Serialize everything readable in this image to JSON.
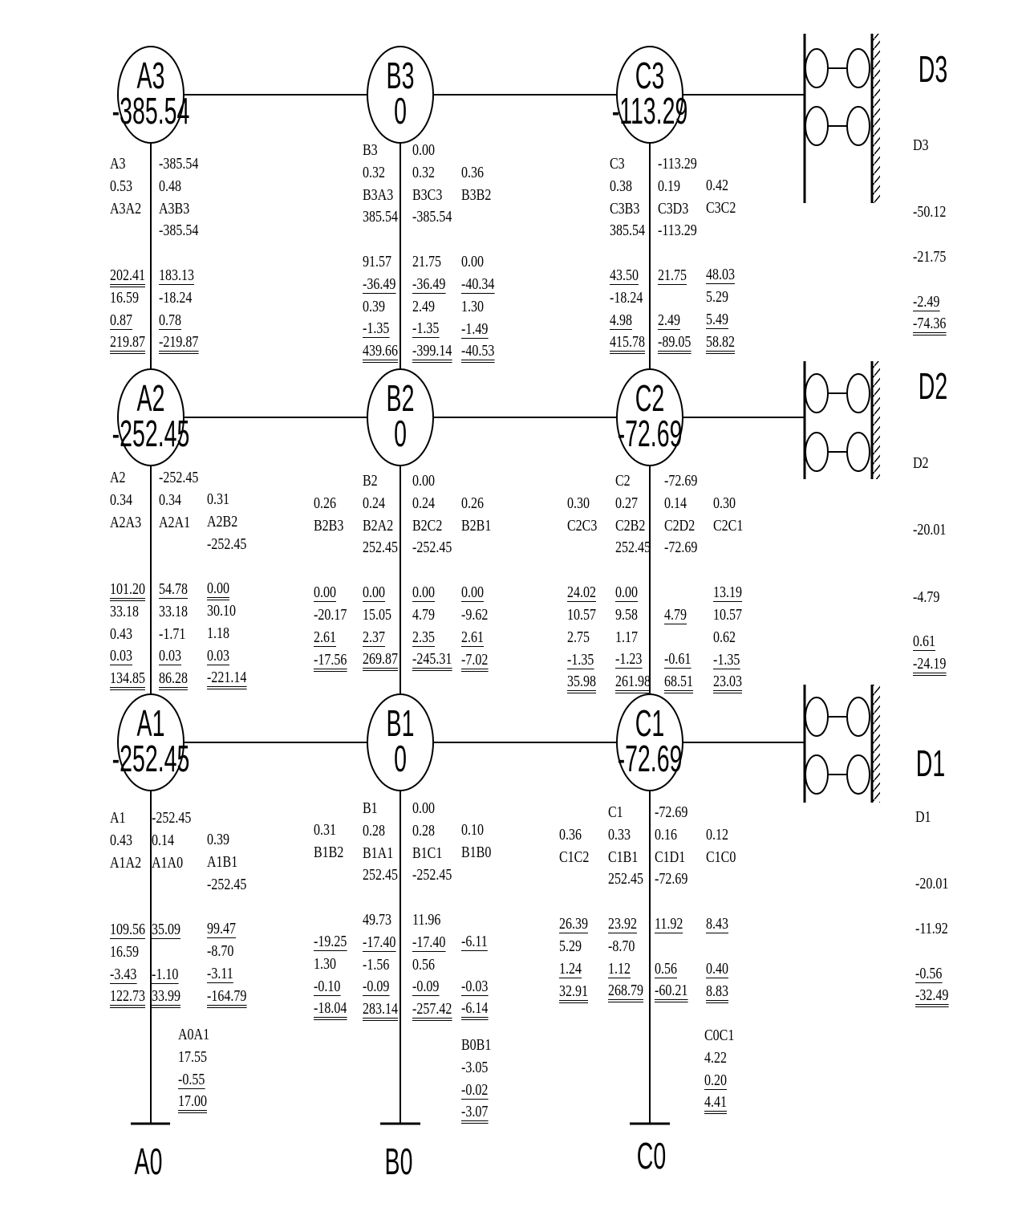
{
  "nodes": {
    "A3": {
      "label": "A3",
      "value": "-385.54"
    },
    "B3": {
      "label": "B3",
      "value": "0"
    },
    "C3": {
      "label": "C3",
      "value": "-113.29"
    },
    "A2": {
      "label": "A2",
      "value": "-252.45"
    },
    "B2": {
      "label": "B2",
      "value": "0"
    },
    "C2": {
      "label": "C2",
      "value": "-72.69"
    },
    "A1": {
      "label": "A1",
      "value": "-252.45"
    },
    "B1": {
      "label": "B1",
      "value": "0"
    },
    "C1": {
      "label": "C1",
      "value": "-72.69"
    }
  },
  "supports": {
    "D3": "D3",
    "D2": "D2",
    "D1": "D1"
  },
  "bases": {
    "A0": "A0",
    "B0": "B0",
    "C0": "C0"
  },
  "columns": {
    "A3_1": {
      "lines": [
        "A3",
        "0.53",
        "A3A2",
        "",
        "",
        "202.41",
        "16.59",
        "0.87",
        "219.87"
      ],
      "u": "000002012"
    },
    "A3_2": {
      "lines": [
        "-385.54",
        "0.48",
        "A3B3",
        "-385.54",
        "",
        "183.13",
        "-18.24",
        "0.78",
        "-219.87"
      ],
      "u": "000001012"
    },
    "B3_1": {
      "lines": [
        "B3",
        "0.32",
        "B3A3",
        "385.54",
        "",
        "91.57",
        "-36.49",
        "0.39",
        "-1.35",
        "439.66"
      ],
      "u": "0000001012"
    },
    "B3_2": {
      "lines": [
        "0.00",
        "0.32",
        "B3C3",
        "-385.54",
        "",
        "21.75",
        "-36.49",
        "2.49",
        "-1.35",
        "-399.14"
      ],
      "u": "0000001012"
    },
    "B3_3": {
      "lines": [
        "0.36",
        "B3B2",
        "",
        "",
        "0.00",
        "-40.34",
        "1.30",
        "-1.49",
        "-40.53"
      ],
      "u": "000001012"
    },
    "C3_1": {
      "lines": [
        "C3",
        "0.38",
        "C3B3",
        "385.54",
        "",
        "43.50",
        "-18.24",
        "4.98",
        "415.78"
      ],
      "u": "000001012"
    },
    "C3_2": {
      "lines": [
        "-113.29",
        "0.19",
        "C3D3",
        "-113.29",
        "",
        "21.75",
        "",
        "2.49",
        "-89.05"
      ],
      "u": "000001012"
    },
    "C3_3": {
      "lines": [
        "0.42",
        "C3C2",
        "",
        "",
        "48.03",
        "5.29",
        "5.49",
        "58.82"
      ],
      "u": "00001012"
    },
    "D3_1": {
      "lines": [
        "D3",
        "",
        "",
        "-50.12",
        "",
        "-21.75",
        "",
        "-2.49",
        "-74.36"
      ],
      "u": "000000012"
    },
    "A2_1": {
      "lines": [
        "A2",
        "0.34",
        "A2A3",
        "",
        "",
        "101.20",
        "33.18",
        "0.43",
        "0.03",
        "134.85"
      ],
      "u": "0000020012"
    },
    "A2_2": {
      "lines": [
        "-252.45",
        "0.34",
        "A2A1",
        "",
        "",
        "54.78",
        "33.18",
        "-1.71",
        "0.03",
        "86.28"
      ],
      "u": "0000010012"
    },
    "A2_3": {
      "lines": [
        "0.31",
        "A2B2",
        "-252.45",
        "",
        "0.00",
        "30.10",
        "1.18",
        "0.03",
        "-221.14"
      ],
      "u": "000020012"
    },
    "B2_0": {
      "lines": [
        "0.26",
        "B2B3",
        "",
        "",
        "0.00",
        "-20.17",
        "2.61",
        "-17.56"
      ],
      "u": "00001012"
    },
    "B2_1": {
      "lines": [
        "B2",
        "0.24",
        "B2A2",
        "252.45",
        "",
        "0.00",
        "15.05",
        "2.37",
        "269.87"
      ],
      "u": "000001012"
    },
    "B2_2": {
      "lines": [
        "0.00",
        "0.24",
        "B2C2",
        "-252.45",
        "",
        "0.00",
        "4.79",
        "2.35",
        "-245.31"
      ],
      "u": "000001012"
    },
    "B2_3": {
      "lines": [
        "0.26",
        "B2B1",
        "",
        "",
        "0.00",
        "-9.62",
        "2.61",
        "-7.02"
      ],
      "u": "00001012"
    },
    "C2_0": {
      "lines": [
        "0.30",
        "C2C3",
        "",
        "",
        "24.02",
        "10.57",
        "2.75",
        "-1.35",
        "35.98"
      ],
      "u": "000010012"
    },
    "C2_1": {
      "lines": [
        "C2",
        "0.27",
        "C2B2",
        "252.45",
        "",
        "0.00",
        "9.58",
        "1.17",
        "-1.23",
        "261.98"
      ],
      "u": "0000010012"
    },
    "C2_2": {
      "lines": [
        "-72.69",
        "0.14",
        "C2D2",
        "-72.69",
        "",
        "",
        "4.79",
        "",
        "-0.61",
        "68.51"
      ],
      "u": "0000001012"
    },
    "C2_3": {
      "lines": [
        "0.30",
        "C2C1",
        "",
        "",
        "13.19",
        "10.57",
        "0.62",
        "-1.35",
        "23.03"
      ],
      "u": "000010012"
    },
    "D2_1": {
      "lines": [
        "D2",
        "",
        "",
        "-20.01",
        "",
        "",
        "-4.79",
        "",
        "0.61",
        "-24.19"
      ],
      "u": "0000000012"
    },
    "A1_1": {
      "lines": [
        "A1",
        "0.43",
        "A1A2",
        "",
        "",
        "109.56",
        "16.59",
        "-3.43",
        "122.73"
      ],
      "u": "000001012"
    },
    "A1_2": {
      "lines": [
        "-252.45",
        "0.14",
        "A1A0",
        "",
        "",
        "35.09",
        "",
        "-1.10",
        "33.99"
      ],
      "u": "000001012"
    },
    "A1_3": {
      "lines": [
        "0.39",
        "A1B1",
        "-252.45",
        "",
        "99.47",
        "-8.70",
        "-3.11",
        "-164.79"
      ],
      "u": "00001012"
    },
    "A0A1": {
      "lines": [
        "A0A1",
        "17.55",
        "-0.55",
        "17.00"
      ],
      "u": "0012"
    },
    "B1_0": {
      "lines": [
        "0.31",
        "B1B2",
        "",
        "",
        "",
        "-19.25",
        "1.30",
        "-0.10",
        "-18.04"
      ],
      "u": "000001012"
    },
    "B1_1": {
      "lines": [
        "B1",
        "0.28",
        "B1A1",
        "252.45",
        "",
        "49.73",
        "-17.40",
        "-1.56",
        "-0.09",
        "283.14"
      ],
      "u": "0000001012"
    },
    "B1_2": {
      "lines": [
        "0.00",
        "0.28",
        "B1C1",
        "-252.45",
        "",
        "11.96",
        "-17.40",
        "0.56",
        "-0.09",
        "-257.42"
      ],
      "u": "0000001012"
    },
    "B1_3": {
      "lines": [
        "0.10",
        "B1B0",
        "",
        "",
        "",
        "-6.11",
        "",
        "-0.03",
        "-6.14"
      ],
      "u": "000001012"
    },
    "B0B1": {
      "lines": [
        "B0B1",
        "-3.05",
        "-0.02",
        "-3.07"
      ],
      "u": "0012"
    },
    "C1_0": {
      "lines": [
        "0.36",
        "C1C2",
        "",
        "",
        "26.39",
        "5.29",
        "1.24",
        "32.91"
      ],
      "u": "00001012"
    },
    "C1_1": {
      "lines": [
        "C1",
        "0.33",
        "C1B1",
        "252.45",
        "",
        "23.92",
        "-8.70",
        "1.12",
        "268.79"
      ],
      "u": "000001012"
    },
    "C1_2": {
      "lines": [
        "-72.69",
        "0.16",
        "C1D1",
        "-72.69",
        "",
        "11.92",
        "",
        "0.56",
        "-60.21"
      ],
      "u": "000001012"
    },
    "C1_3": {
      "lines": [
        "0.12",
        "C1C0",
        "",
        "",
        "8.43",
        "",
        "0.40",
        "8.83"
      ],
      "u": "00001012"
    },
    "C0C1": {
      "lines": [
        "C0C1",
        "4.22",
        "0.20",
        "4.41"
      ],
      "u": "0012"
    },
    "D1_1": {
      "lines": [
        "D1",
        "",
        "",
        "-20.01",
        "",
        "-11.92",
        "",
        "-0.56",
        "-32.49"
      ],
      "u": "000000012"
    }
  }
}
